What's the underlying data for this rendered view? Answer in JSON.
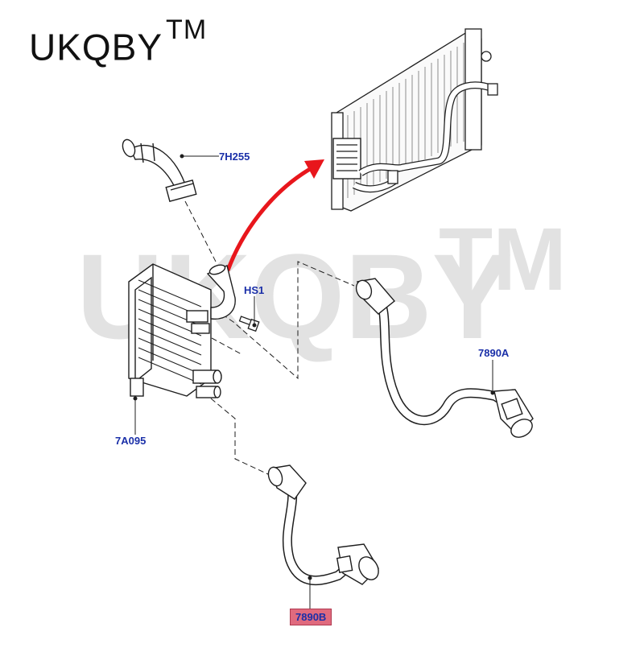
{
  "brand": {
    "name": "UKQBY",
    "trademark": "TM"
  },
  "watermark": {
    "text": "UKQBY",
    "trademark": "TM"
  },
  "callouts": [
    {
      "id": "7H255",
      "label": "7H255",
      "part": "upper-coolant-hose"
    },
    {
      "id": "HS1",
      "label": "HS1",
      "part": "bolt"
    },
    {
      "id": "7A095",
      "label": "7A095",
      "part": "oil-cooler"
    },
    {
      "id": "7890A",
      "label": "7890A",
      "part": "transmission-cooler-hose-a"
    },
    {
      "id": "7890B",
      "label": "7890B",
      "part": "transmission-cooler-hose-b",
      "highlighted": true
    }
  ],
  "colors": {
    "callout_text": "#1a2fa8",
    "highlight": "#e06a7e",
    "arrow": "#e8161c",
    "line": "#1e1e1e",
    "watermark": "#d8d8d8"
  },
  "icons": {
    "direction_arrow": "red-curved-arrow-icon",
    "radiator": "radiator-icon"
  }
}
